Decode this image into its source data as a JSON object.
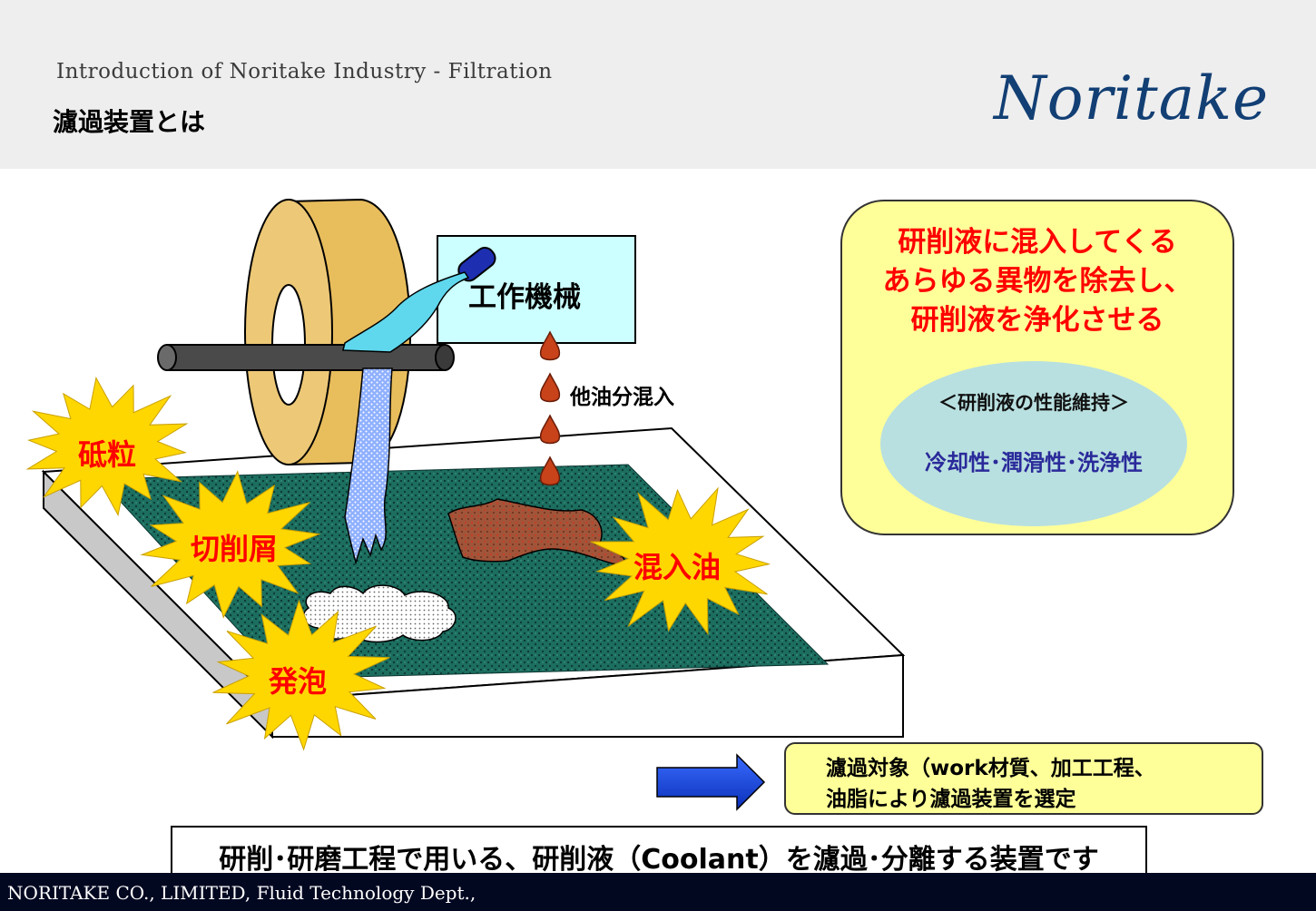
{
  "header": {
    "subtitle": "Introduction of Noritake Industry - Filtration",
    "title": "濾過装置とは",
    "logo": "Noritake"
  },
  "diagram": {
    "machine_label": "工作機械",
    "oil_label": "他油分混入",
    "bursts": {
      "abrasive": "砥粒",
      "chips": "切削屑",
      "foam": "発泡",
      "oil": "混入油"
    }
  },
  "callout": {
    "lines": [
      "研削液に混入してくる",
      "あらゆる異物を除去し、",
      "研削液を浄化させる"
    ],
    "ellipse_title": "＜研削液の性能維持＞",
    "ellipse_text": "冷却性･潤滑性･洗浄性"
  },
  "note": {
    "line1": "濾過対象（work材質、加工工程、",
    "line2": "油脂により濾過装置を選定"
  },
  "conclusion": "研削･研磨工程で用いる、研削液（Coolant）を濾過･分離する装置です",
  "footer": "NORITAKE CO., LIMITED, Fluid Technology Dept.,",
  "colors": {
    "accent_red": "#ff0000",
    "logo_navy": "#123f74",
    "coolant_green": "#1a6b5e",
    "wheel_gold": "#e8bd5c",
    "burst_yellow": "#ffd700",
    "callout_yellow": "#ffff99",
    "arrow_blue": "#1f4fe0"
  }
}
